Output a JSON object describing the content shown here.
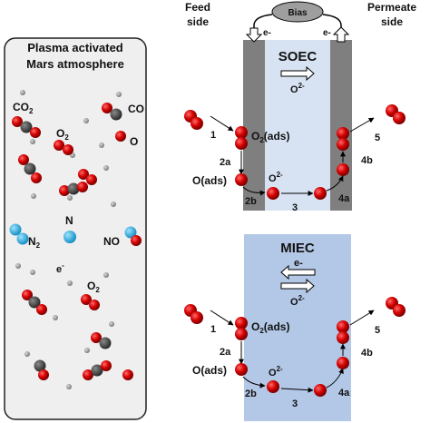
{
  "left_panel": {
    "title_line1": "Plasma activated",
    "title_line2": "Mars atmosphere",
    "species": {
      "co2": "CO",
      "co2_sub": "2",
      "co": "CO",
      "o2": "O",
      "o2_sub": "2",
      "o": "O",
      "n": "N",
      "n2": "N",
      "n2_sub": "2",
      "no": "NO",
      "electron": "e",
      "electron_sup": "-",
      "o2_lower": "O",
      "o2_lower_sub": "2"
    }
  },
  "headers": {
    "feed_line1": "Feed",
    "feed_line2": "side",
    "permeate_line1": "Permeate",
    "permeate_line2": "side"
  },
  "soec": {
    "bias": "Bias",
    "e_left": "e-",
    "e_right": "e-",
    "title": "SOEC",
    "ion": "O",
    "ion_sup": "2-"
  },
  "miec": {
    "title": "MIEC",
    "electron": "e-",
    "ion": "O",
    "ion_sup": "2-"
  },
  "steps": {
    "s1": "1",
    "o2ads": "O",
    "o2ads_sub": "2",
    "o2ads_rest": "(ads)",
    "s2a": "2a",
    "oads": "O(ads)",
    "s2b": "2b",
    "ion": "O",
    "ion_sup": "2-",
    "s3": "3",
    "s4a": "4a",
    "s4b": "4b",
    "s5": "5"
  },
  "colors": {
    "oxygen": "#cc0000",
    "carbon": "#444444",
    "nitrogen": "#2aa9e0",
    "electrode": "#7f7f7f",
    "soec_electrolyte": "#d7e3f3",
    "miec_membrane": "#b3c7e6",
    "panel": "#efefef"
  }
}
